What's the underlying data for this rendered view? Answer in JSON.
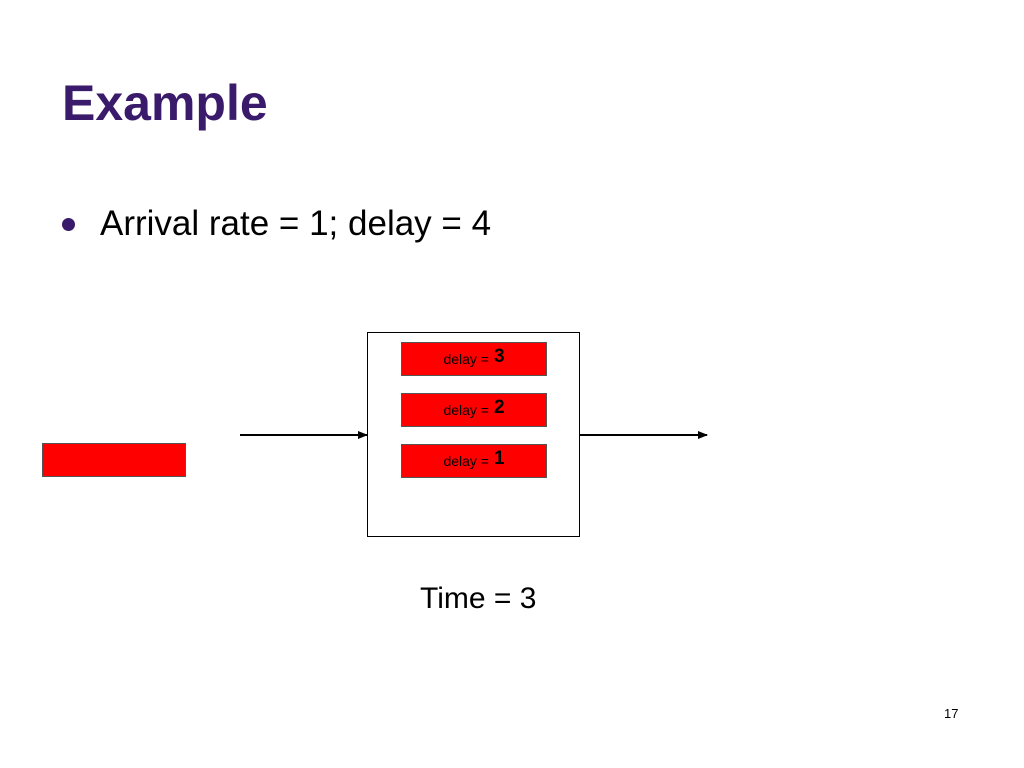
{
  "slide": {
    "title": "Example",
    "bullets": [
      "Arrival rate = 1; delay = 4"
    ],
    "time_label": "Time = 3",
    "page_number": "17"
  },
  "diagram": {
    "queue_packets": [
      {
        "label": "delay =",
        "value": "3"
      },
      {
        "label": "delay =",
        "value": "2"
      },
      {
        "label": "delay =",
        "value": "1"
      }
    ],
    "colors": {
      "title": "#3a1a6a",
      "packet": "#ff0000",
      "line": "#000000"
    }
  }
}
